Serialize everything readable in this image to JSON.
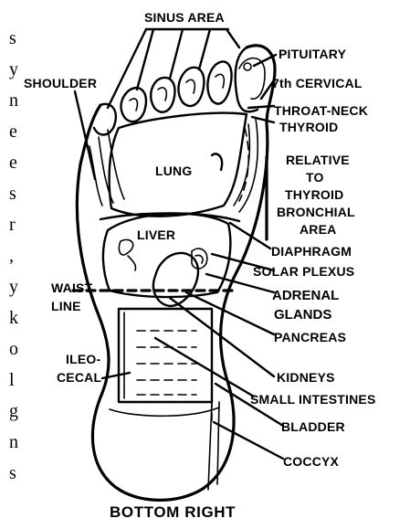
{
  "left_margin_letters": [
    "s",
    "y",
    "n",
    "e",
    "e",
    "s",
    "r",
    ",",
    "y",
    "k",
    "o",
    "l",
    "g",
    "n",
    "s"
  ],
  "labels": {
    "sinus_area": "SINUS AREA",
    "pituitary": "PITUITARY",
    "seventh_cervical": "7th CERVICAL",
    "shoulder": "SHOULDER",
    "throat_neck": "THROAT-NECK",
    "thyroid": "THYROID",
    "relative_to_thyroid": [
      "RELATIVE",
      "TO",
      "THYROID",
      "BRONCHIAL",
      "AREA"
    ],
    "lung": "LUNG",
    "liver": "LIVER",
    "diaphragm": "DIAPHRAGM",
    "solar_plexus": "SOLAR PLEXUS",
    "waist_line": [
      "WAIST",
      "LINE"
    ],
    "adrenal_glands": [
      "ADRENAL",
      "GLANDS"
    ],
    "pancreas": "PANCREAS",
    "ileo_cecal": [
      "ILEO-",
      "CECAL"
    ],
    "kidneys": "KIDNEYS",
    "small_intestines": "SMALL INTESTINES",
    "bladder": "BLADDER",
    "coccyx": "COCCYX"
  },
  "caption": "BOTTOM RIGHT"
}
